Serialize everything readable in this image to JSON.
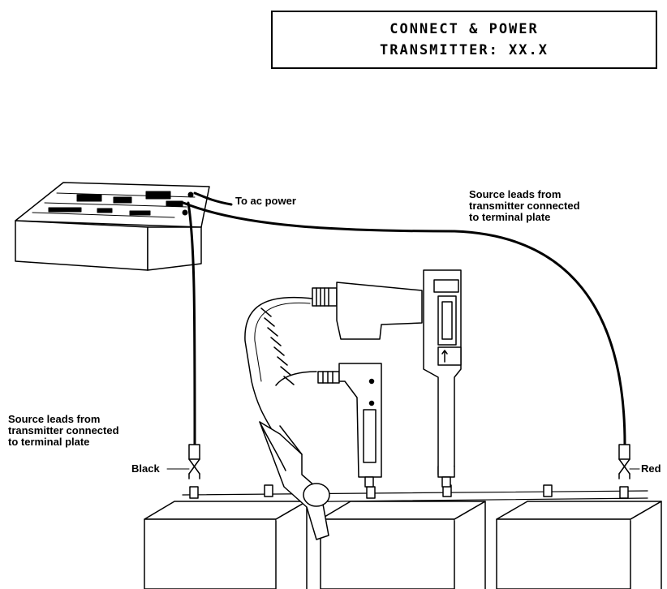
{
  "display": {
    "line1": "CONNECT & POWER",
    "line2": "TRANSMITTER: XX.X"
  },
  "labels": {
    "ac_power": "To ac power",
    "source_leads_right": [
      "Source leads from",
      "transmitter connected",
      "to terminal plate"
    ],
    "source_leads_left": [
      "Source leads from",
      "transmitter connected",
      "to terminal plate"
    ],
    "black": "Black",
    "red": "Red"
  }
}
